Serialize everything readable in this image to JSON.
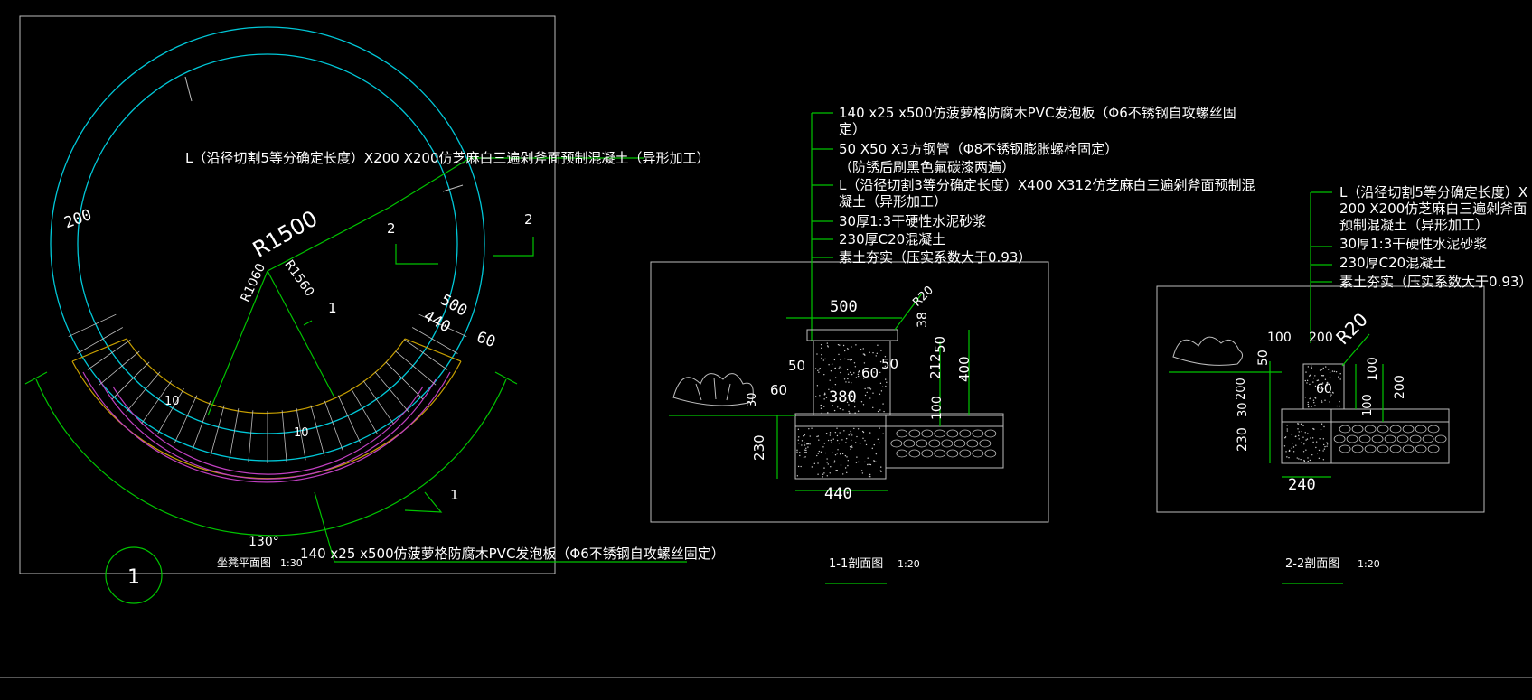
{
  "plan": {
    "title": "坐凳平面图",
    "scale": "1:30",
    "index_no": "1",
    "angle": "130°",
    "r_outer": "R1500",
    "r_mid": "R1560",
    "r_inner": "R1060",
    "width_200": "200",
    "dim_500": "500",
    "dim_440": "440",
    "dim_60": "60",
    "dim_10a": "10",
    "dim_10b": "10",
    "sec1_a": "1",
    "sec1_b": "1",
    "sec2_a": "2",
    "sec2_b": "2",
    "note_top": "L（沿径切割5等分确定长度）X200 X200仿芝麻白三遍剁斧面预制混凝土（异形加工）",
    "note_bottom": "140 x25 x500仿菠萝格防腐木PVC发泡板（Φ6不锈钢自攻螺丝固定）"
  },
  "section1": {
    "title": "1-1剖面图",
    "scale": "1:20",
    "notes": [
      "140 x25 x500仿菠萝格防腐木PVC发泡板（Φ6不锈钢自攻螺丝固",
      "定）",
      "50 X50 X3方钢管（Φ8不锈钢膨胀螺栓固定）",
      "（防锈后刷黑色氟碳漆两遍）",
      "L（沿径切割3等分确定长度）X400 X312仿芝麻白三遍剁斧面预制混",
      "凝土（异形加工）",
      "30厚1:3干硬性水泥砂浆",
      "230厚C20混凝土",
      "素土夯实（压实系数大于0.93）"
    ],
    "dims": {
      "d500": "500",
      "r20": "R20",
      "d38": "38",
      "d50a": "50",
      "d212": "212",
      "d400": "400",
      "d50b": "50",
      "d60a": "60",
      "d60b": "60",
      "d380": "380",
      "d100": "100",
      "d230": "230",
      "d440": "440",
      "d30": "30"
    }
  },
  "section2": {
    "title": "2-2剖面图",
    "scale": "1:20",
    "notes": [
      "L（沿径切割5等分确定长度）X",
      "200 X200仿芝麻白三遍剁斧面",
      "预制混凝土（异形加工）",
      "30厚1:3干硬性水泥砂浆",
      "230厚C20混凝土",
      "素土夯实（压实系数大于0.93）"
    ],
    "dims": {
      "d100": "100",
      "d200a": "200",
      "r20": "R20",
      "d50": "50",
      "d100b": "100",
      "d200b": "200",
      "d60": "60",
      "d200c": "200",
      "d30": "30",
      "d230": "230",
      "d240": "240",
      "d100c": "100"
    }
  }
}
